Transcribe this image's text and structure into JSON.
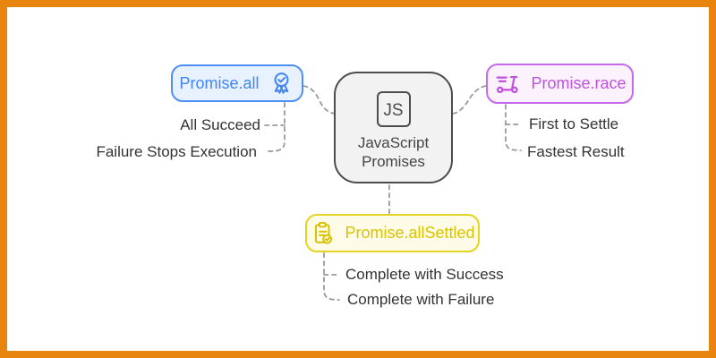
{
  "frame": {
    "border_color": "#e8850f",
    "background": "#ffffff"
  },
  "connector_color": "#9a9a9a",
  "child_text_color": "#333333",
  "center_node": {
    "icon": "js-square-icon",
    "icon_label": "JS",
    "label_line1": "JavaScript",
    "label_line2": "Promises",
    "fill": "#f2f2f2",
    "border_color": "#4c4c4c",
    "text_color": "#454545"
  },
  "branches": [
    {
      "id": "promise-all",
      "label": "Promise.all",
      "icon": "award-check-icon",
      "accent": "#4285f4",
      "border_color": "#4e8ef7",
      "fill": "#e8f1fe",
      "children": [
        "All Succeed",
        "Failure Stops Execution"
      ]
    },
    {
      "id": "promise-race",
      "label": "Promise.race",
      "icon": "scooter-icon",
      "accent": "#c050e0",
      "border_color": "#c568ea",
      "fill": "#fbf2fe",
      "children": [
        "First to Settle",
        "Fastest Result"
      ]
    },
    {
      "id": "promise-allsettled",
      "label": "Promise.allSettled",
      "icon": "clipboard-check-icon",
      "accent": "#d9c301",
      "border_color": "#e5d321",
      "fill": "#fefce8",
      "children": [
        "Complete with Success",
        "Complete with Failure"
      ]
    }
  ]
}
